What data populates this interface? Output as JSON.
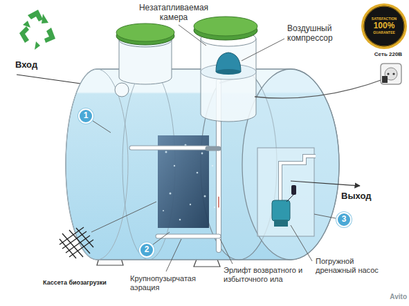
{
  "diagram": {
    "nodes": [
      {
        "text": [
          "1"
        ]
      },
      {
        "text": [
          "2"
        ]
      },
      {
        "text": [
          "3"
        ]
      },
      {
        "text": [
          "SATISFACTION",
          "100%",
          "GUARANTEE"
        ]
      }
    ],
    "labels": [
      "Незатапливаемая камера",
      "Воздушный компрессор",
      "Вход",
      "Сеть 220В",
      "Выход",
      "Кассета биозагрузки",
      "Крупнопузырчатая аэрация",
      "Эрлифт возвратного и избыточного ила",
      "Погружной дренажный насос",
      "Avito"
    ]
  }
}
